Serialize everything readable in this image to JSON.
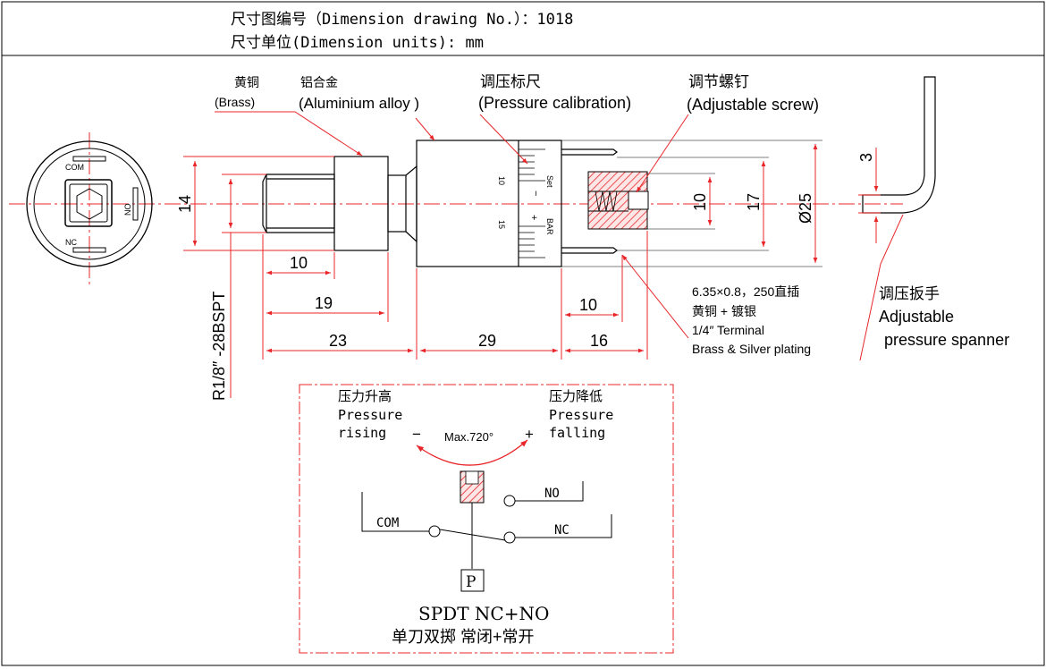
{
  "header": {
    "drawing_no_line": "尺寸图编号（Dimension drawing No.）：1018",
    "units_line": "尺寸单位(Dimension units): mm"
  },
  "callouts": {
    "brass_cn": "黄铜",
    "brass_en": "(Brass)",
    "alloy_cn": "铝合金",
    "alloy_en": "(Aluminium alloy )",
    "calib_cn": "调压标尺",
    "calib_en": "(Pressure calibration)",
    "screw_cn": "调节螺钉",
    "screw_en": "(Adjustable screw)",
    "terminal_1": "6.35×0.8，250直插",
    "terminal_2": "黄铜 + 镀银",
    "terminal_3": "1/4″ Terminal",
    "terminal_4": "Brass & Silver plating",
    "spanner_cn": "调压扳手",
    "spanner_en1": "Adjustable",
    "spanner_en2": "pressure spanner",
    "thread": "R1/8″ -28BSPT"
  },
  "end_view": {
    "com": "COM",
    "no": "NO",
    "nc": "NC"
  },
  "scale": {
    "set": "Set",
    "bar": "BAR",
    "minus": "−",
    "plus": "+",
    "ten": "10",
    "fifteen": "15"
  },
  "dimensions": {
    "d14": "14",
    "d10a": "10",
    "d19": "19",
    "d23": "23",
    "d29": "29",
    "d10b": "10",
    "d16": "16",
    "d10c": "10",
    "d17": "17",
    "d25": "Ø25",
    "d3": "3"
  },
  "schematic": {
    "rise_cn": "压力升高",
    "rise_en1": "Pressure",
    "rise_en2": "rising",
    "fall_cn": "压力降低",
    "fall_en1": "Pressure",
    "fall_en2": "falling",
    "minus": "−",
    "plus": "+",
    "max_angle": "Max.720°",
    "no": "NO",
    "nc": "NC",
    "com": "COM",
    "p": "P",
    "type_en": "SPDT NC+NO",
    "type_cn": "单刀双掷 常闭+常开"
  },
  "colors": {
    "line": "#000000",
    "annotation": "#e8262a",
    "hatch": "#e8262a"
  }
}
